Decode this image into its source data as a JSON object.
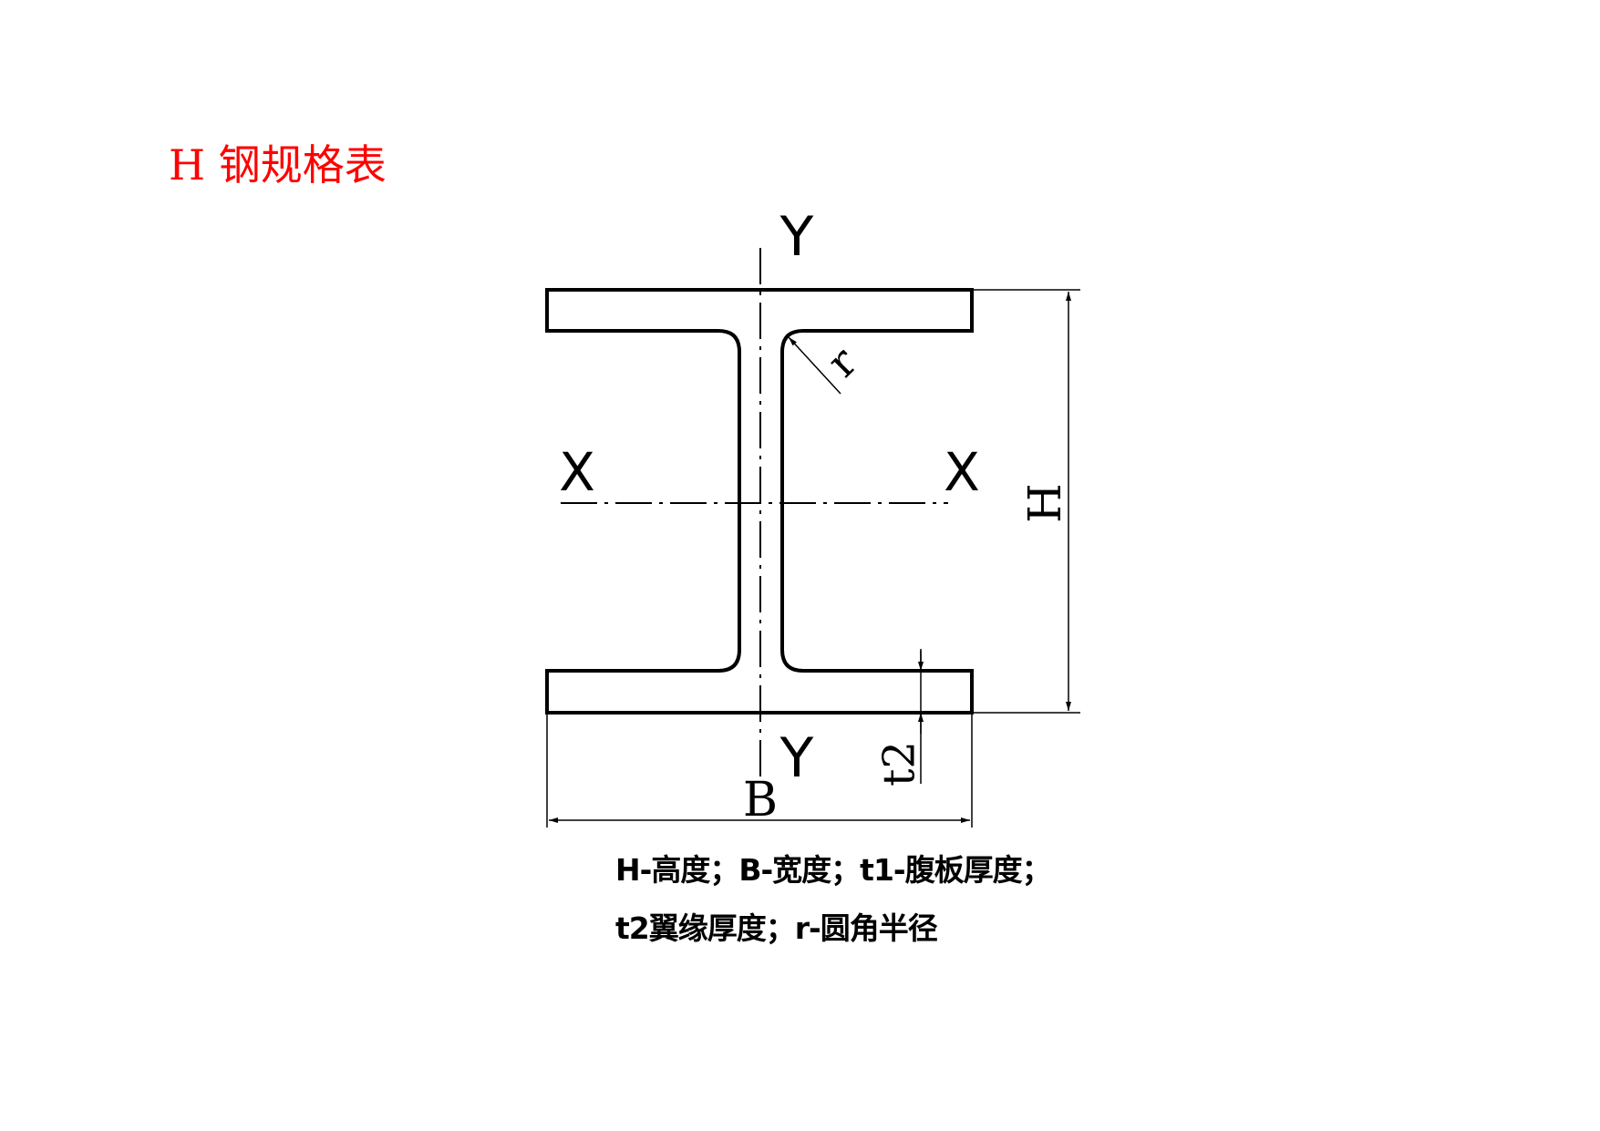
{
  "title": "H 钢规格表",
  "diagram": {
    "axis_y_top": "Y",
    "axis_y_bottom": "Y",
    "axis_x_left": "X",
    "axis_x_right": "X",
    "dim_height": "H",
    "dim_width": "B",
    "dim_flange": "t2",
    "dim_radius": "r"
  },
  "legend": {
    "line1": "H-高度；B-宽度；t1-腹板厚度；",
    "line2": "t2翼缘厚度；r-圆角半径"
  }
}
